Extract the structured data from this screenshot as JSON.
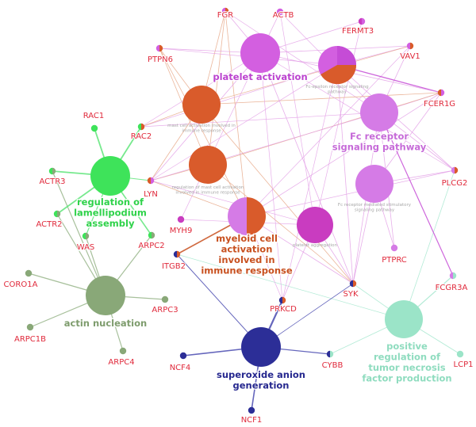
{
  "title": "",
  "colors": {
    "platelet": "#d35fe0",
    "fc": "#d57be6",
    "orange": "#d95b2b",
    "lamellipodium": "#3ee35a",
    "actin": "#89a878",
    "superoxide": "#2c2e97",
    "tnf": "#9be4c8",
    "gene_text": "#e0293b",
    "edge_pink": "#d990e0",
    "edge_orange": "#e3a07c"
  },
  "terms": [
    {
      "id": "platelet",
      "lines": [
        "platelet activation"
      ],
      "color": "#bb42cf",
      "split": [
        "#d35fe0",
        "#d35fe0"
      ]
    },
    {
      "id": "fcpath",
      "lines": [
        "Fc receptor",
        "signaling pathway"
      ],
      "color": "#c66ad8",
      "split": [
        "#d57be6",
        "#d57be6"
      ]
    },
    {
      "id": "fcsmall",
      "lines": [
        "Fc-epsilon receptor signaling",
        "pathway"
      ],
      "color": "#a7a7a7",
      "split": [
        "#d35fe0",
        "#d95b2b"
      ]
    },
    {
      "id": "mastcell",
      "lines": [
        "mast cell activation involved in",
        "immune response"
      ],
      "color": "#a7a7a7",
      "split": [
        "#d95b2b",
        "#d95b2b"
      ]
    },
    {
      "id": "regmast",
      "lines": [
        "regulation of mast cell activation",
        "involved in immune response"
      ],
      "color": "#a7a7a7",
      "split": [
        "#d95b2b",
        "#d95b2b"
      ]
    },
    {
      "id": "fcphago",
      "lines": [
        "Fc receptor mediated stimulatory",
        "signaling pathway"
      ],
      "color": "#a7a7a7",
      "split": [
        "#d57be6",
        "#d57be6"
      ]
    },
    {
      "id": "myeloid",
      "lines": [
        "myeloid cell",
        "activation",
        "involved in",
        "immune response"
      ],
      "color": "#c8501f",
      "split": [
        "#d57be6",
        "#d95b2b"
      ]
    },
    {
      "id": "plateletagg",
      "lines": [
        "platelet aggregation"
      ],
      "color": "#a7a7a7",
      "split": [
        "#c93cc0",
        "#c93cc0"
      ]
    },
    {
      "id": "lamelli",
      "lines": [
        "regulation of",
        "lamellipodium",
        "assembly"
      ],
      "color": "#2fd24a",
      "split": [
        "#3ee35a",
        "#3ee35a"
      ]
    },
    {
      "id": "actin",
      "lines": [
        "actin nucleation"
      ],
      "color": "#7e9c6d",
      "split": [
        "#89a878",
        "#89a878"
      ]
    },
    {
      "id": "superoxide",
      "lines": [
        "superoxide anion",
        "generation"
      ],
      "color": "#26288f",
      "split": [
        "#2c2e97",
        "#2c2e97"
      ]
    },
    {
      "id": "tnf",
      "lines": [
        "positive",
        "regulation of",
        "tumor necrosis",
        "factor production"
      ],
      "color": "#8fdcbf",
      "split": [
        "#9be4c8",
        "#9be4c8"
      ]
    }
  ],
  "genes": [
    {
      "id": "FGR",
      "label": "FGR"
    },
    {
      "id": "ACTB",
      "label": "ACTB"
    },
    {
      "id": "FERMT3",
      "label": "FERMT3"
    },
    {
      "id": "PTPN6",
      "label": "PTPN6"
    },
    {
      "id": "VAV1",
      "label": "VAV1"
    },
    {
      "id": "FCER1G",
      "label": "FCER1G"
    },
    {
      "id": "RAC1",
      "label": "RAC1"
    },
    {
      "id": "RAC2",
      "label": "RAC2"
    },
    {
      "id": "ACTR3",
      "label": "ACTR3"
    },
    {
      "id": "PLCG2",
      "label": "PLCG2"
    },
    {
      "id": "LYN",
      "label": "LYN"
    },
    {
      "id": "ACTR2",
      "label": "ACTR2"
    },
    {
      "id": "MYH9",
      "label": "MYH9"
    },
    {
      "id": "WAS",
      "label": "WAS"
    },
    {
      "id": "ARPC2",
      "label": "ARPC2"
    },
    {
      "id": "PTPRC",
      "label": "PTPRC"
    },
    {
      "id": "ITGB2",
      "label": "ITGB2"
    },
    {
      "id": "CORO1A",
      "label": "CORO1A"
    },
    {
      "id": "FCGR3A",
      "label": "FCGR3A"
    },
    {
      "id": "SYK",
      "label": "SYK"
    },
    {
      "id": "ARPC3",
      "label": "ARPC3"
    },
    {
      "id": "PRKCD",
      "label": "PRKCD"
    },
    {
      "id": "ARPC1B",
      "label": "ARPC1B"
    },
    {
      "id": "CYBB",
      "label": "CYBB"
    },
    {
      "id": "LCP1",
      "label": "LCP1"
    },
    {
      "id": "ARPC4",
      "label": "ARPC4"
    },
    {
      "id": "NCF4",
      "label": "NCF4"
    },
    {
      "id": "NCF1",
      "label": "NCF1"
    }
  ]
}
